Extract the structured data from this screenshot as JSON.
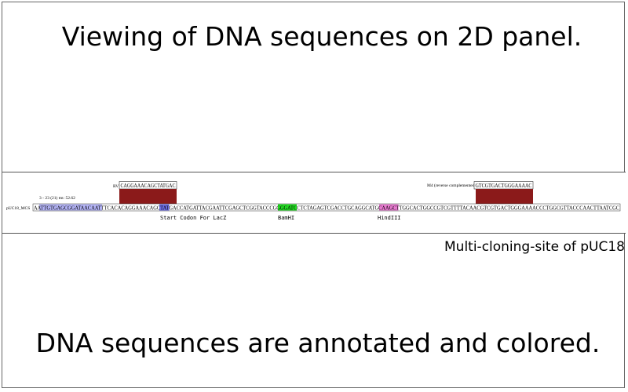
{
  "title": "Viewing of DNA sequences on 2D panel.",
  "caption": "DNA sequences are annotated and colored.",
  "side_label": "Multi-cloning-site of pUC18",
  "viewer": {
    "track_name": "pUC18_MCS",
    "sequence": "AATTGTGAGCGGATAACAATTTCACACAGGAAACAGCTATGACCATGATTACGAATTCGAGCTCGGTACCCGGGGATCCTCTAGAGTCGACCTGCAGGCATGCAAGCTTGGCACTGGCCGTCGTTTTACAACGTCGTGACTGGGAAAACCCTGGCGTTACCCAACTTAATCGC",
    "region_label": "3 - 23 (21) tm: 52.62",
    "primers": [
      {
        "label": "RV",
        "sequence": "CAGGAAACAGCTATGAC"
      },
      {
        "label": "M4 (reverse complemented)",
        "sequence": "GTCGTGACTGGGAAAAC"
      }
    ],
    "features": [
      {
        "name": "Start Codon For LacZ",
        "color": "#6e6ee6"
      },
      {
        "name": "BamHI",
        "color": "#22dd22"
      },
      {
        "name": "HindIII",
        "color": "#e87ad0"
      }
    ],
    "colors": {
      "primer_block": "#8b1a1a",
      "highlight_region": "#b3b3f5"
    }
  }
}
